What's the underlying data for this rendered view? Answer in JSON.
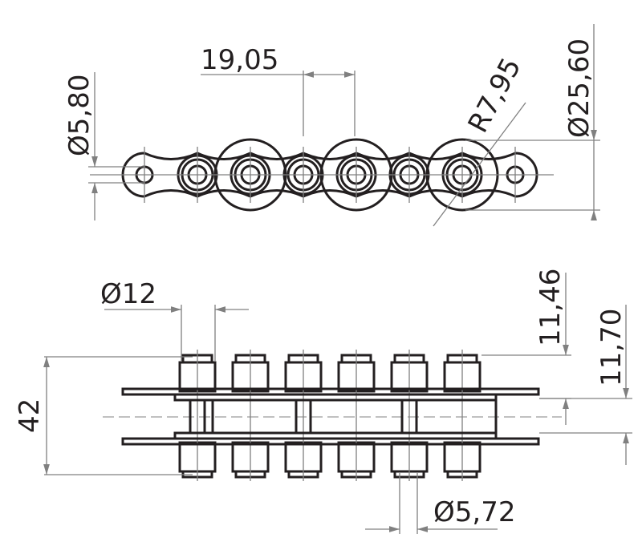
{
  "drawing": {
    "side_view": {
      "pin_hole_diameter": "Ø5,80",
      "pitch": "19,05",
      "roller_radius": "R7,95",
      "roller_diameter": "Ø25,60"
    },
    "top_view": {
      "roller_width_diameter": "Ø12",
      "overall_width": "42",
      "inner_offset": "11,46",
      "outer_offset": "11,70",
      "pin_diameter": "Ø5,72"
    }
  }
}
